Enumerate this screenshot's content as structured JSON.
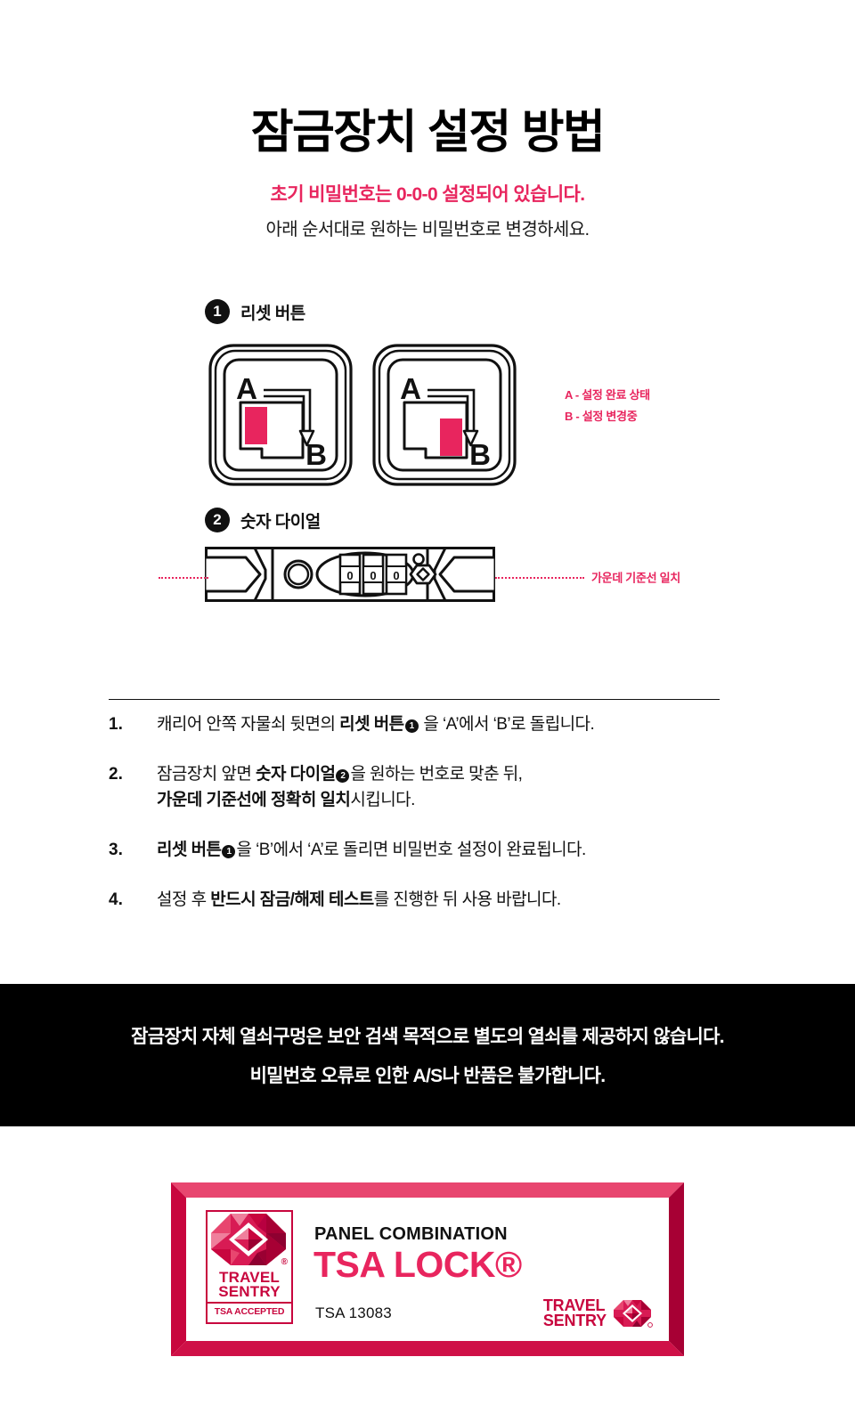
{
  "header": {
    "title": "잠금장치 설정 방법",
    "subtitle_pink": "초기 비밀번호는 0-0-0 설정되어 있습니다.",
    "subtitle_black": "아래 순서대로 원하는 비밀번호로 변경하세요."
  },
  "step1": {
    "number": "1",
    "label": "리셋 버튼",
    "panel_a": {
      "top_label": "A",
      "bottom_label": "B",
      "slider_position": "A"
    },
    "panel_b": {
      "top_label": "A",
      "bottom_label": "B",
      "slider_position": "B"
    },
    "legend": [
      "A - 설정 완료 상태",
      "B - 설정 변경중"
    ]
  },
  "step2": {
    "number": "2",
    "label": "숫자 다이얼",
    "dials": [
      "0",
      "0",
      "0"
    ],
    "centerline_note": "가운데 기준선 일치"
  },
  "instructions": [
    {
      "number": "1.",
      "parts": [
        {
          "text": "캐리어 안쪽 자물쇠 뒷면의 ",
          "bold": false
        },
        {
          "text": "리셋 버튼",
          "bold": true
        },
        {
          "text": "❶",
          "badge": "1"
        },
        {
          "text": " 을 ‘A’에서 ‘B’로 돌립니다.",
          "bold": false
        }
      ]
    },
    {
      "number": "2.",
      "parts": [
        {
          "text": "잠금장치 앞면 ",
          "bold": false
        },
        {
          "text": "숫자 다이얼",
          "bold": true
        },
        {
          "text": "❷",
          "badge": "2"
        },
        {
          "text": "을 원하는 번호로 맞춘 뒤,",
          "bold": false
        },
        {
          "text": "\n",
          "break": true
        },
        {
          "text": "가운데 기준선에 정확히 일치",
          "bold": true
        },
        {
          "text": "시킵니다.",
          "bold": false
        }
      ]
    },
    {
      "number": "3.",
      "parts": [
        {
          "text": "리셋 버튼",
          "bold": true
        },
        {
          "text": "❶",
          "badge": "1"
        },
        {
          "text": "을 ‘B’에서 ‘A’로 돌리면 비밀번호 설정이 완료됩니다.",
          "bold": false
        }
      ]
    },
    {
      "number": "4.",
      "parts": [
        {
          "text": "설정 후 ",
          "bold": false
        },
        {
          "text": "반드시 잠금/해제 테스트",
          "bold": true
        },
        {
          "text": "를 진행한 뒤 사용 바랍니다.",
          "bold": false
        }
      ]
    }
  ],
  "warning": {
    "line1": "잠금장치 자체 열쇠구멍은 보안 검색 목적으로 별도의 열쇠를 제공하지 않습니다.",
    "line2": "비밀번호 오류로 인한 A/S나 반품은 불가합니다."
  },
  "tsa_badge": {
    "panel_combination": "PANEL COMBINATION",
    "tsa_lock": "TSA LOCK®",
    "tsa_code": "TSA 13083",
    "mark": {
      "word1": "TRAVEL",
      "word2": "SENTRY",
      "accepted": "TSA ACCEPTED",
      "registered": "®"
    },
    "small_logo": {
      "word1": "TRAVEL",
      "word2": "SENTRY"
    }
  },
  "colors": {
    "pink": "#e8255e",
    "crimson": "#c8063e",
    "black": "#000000"
  }
}
